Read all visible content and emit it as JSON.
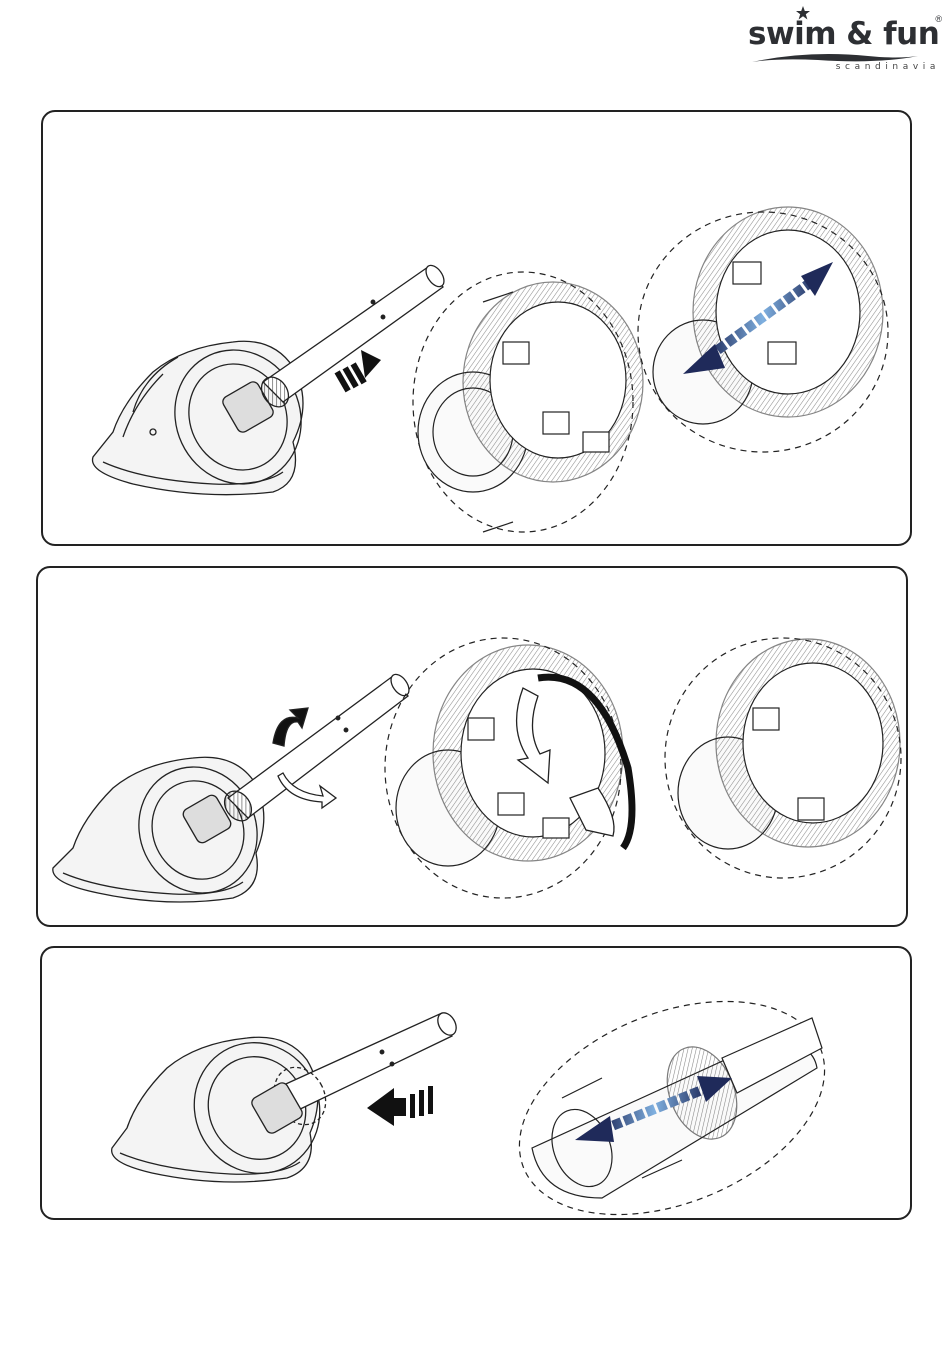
{
  "brand": {
    "name": "swim & fun",
    "registered_mark": "®",
    "tagline": "scandinavia"
  },
  "colors": {
    "outline": "#222222",
    "arrow_dark": "#1f2a5a",
    "arrow_light": "#4f86c6",
    "arrow_black": "#111111"
  },
  "steps": [
    {
      "id": 1,
      "icons": [
        "vacuum-with-pole-icon",
        "push-arrow-icon",
        "collar-detail-icon",
        "double-arrow-icon"
      ]
    },
    {
      "id": 2,
      "icons": [
        "vacuum-with-pole-icon",
        "rotate-arrow-icon",
        "collar-detail-icon",
        "curved-rotate-arrow-icon"
      ]
    },
    {
      "id": 3,
      "icons": [
        "vacuum-with-pole-icon",
        "push-arrow-icon",
        "coupling-detail-icon",
        "double-arrow-icon"
      ]
    }
  ]
}
